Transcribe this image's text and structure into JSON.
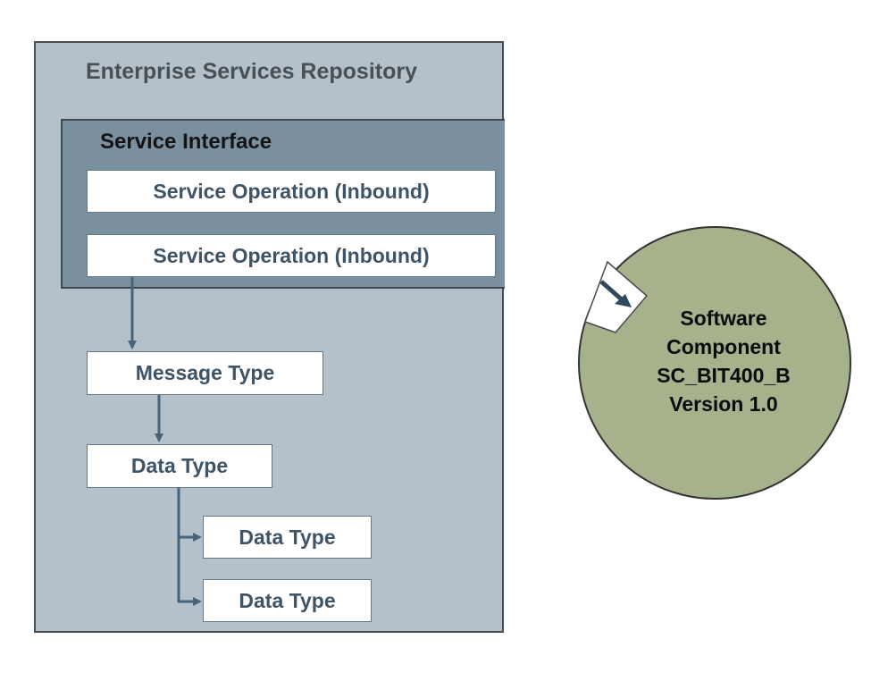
{
  "repository": {
    "title": "Enterprise Services Repository"
  },
  "service_interface": {
    "title": "Service Interface",
    "operations": [
      {
        "label": "Service Operation (Inbound)"
      },
      {
        "label": "Service Operation (Inbound)"
      }
    ]
  },
  "message_type": {
    "label": "Message Type"
  },
  "data_types": [
    {
      "label": "Data Type"
    },
    {
      "label": "Data Type"
    },
    {
      "label": "Data Type"
    }
  ],
  "software_component": {
    "lines": [
      "Software",
      "Component",
      "SC_BIT400_B",
      "Version 1.0"
    ]
  },
  "colors": {
    "repository_fill": "#b4c1cb",
    "interface_fill": "#7a909f",
    "component_fill": "#a5b28c",
    "arrow": "#46637a"
  }
}
